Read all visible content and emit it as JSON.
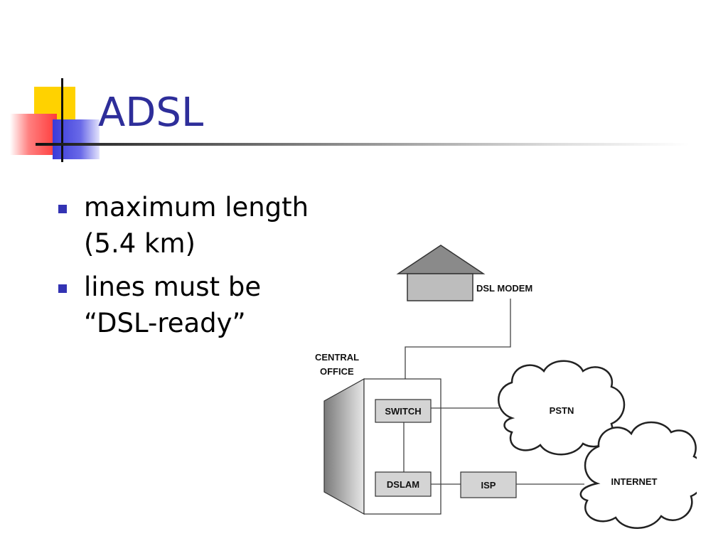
{
  "slide": {
    "title": "ADSL",
    "bullets": [
      {
        "text": "maximum length (5.4 km)"
      },
      {
        "text": "lines must be “DSL-ready”"
      }
    ]
  },
  "diagram": {
    "dsl_modem_label": "DSL MODEM",
    "central_office_line1": "CENTRAL",
    "central_office_line2": "OFFICE",
    "switch_label": "SWITCH",
    "dslam_label": "DSLAM",
    "isp_label": "ISP",
    "pstn_label": "PSTN",
    "internet_label": "INTERNET"
  },
  "colors": {
    "title": "#2e2e9a",
    "bullet_marker": "#3333b3",
    "accent_yellow": "#ffd200",
    "accent_red": "#ff3a3a",
    "accent_blue": "#3a3ad8"
  }
}
